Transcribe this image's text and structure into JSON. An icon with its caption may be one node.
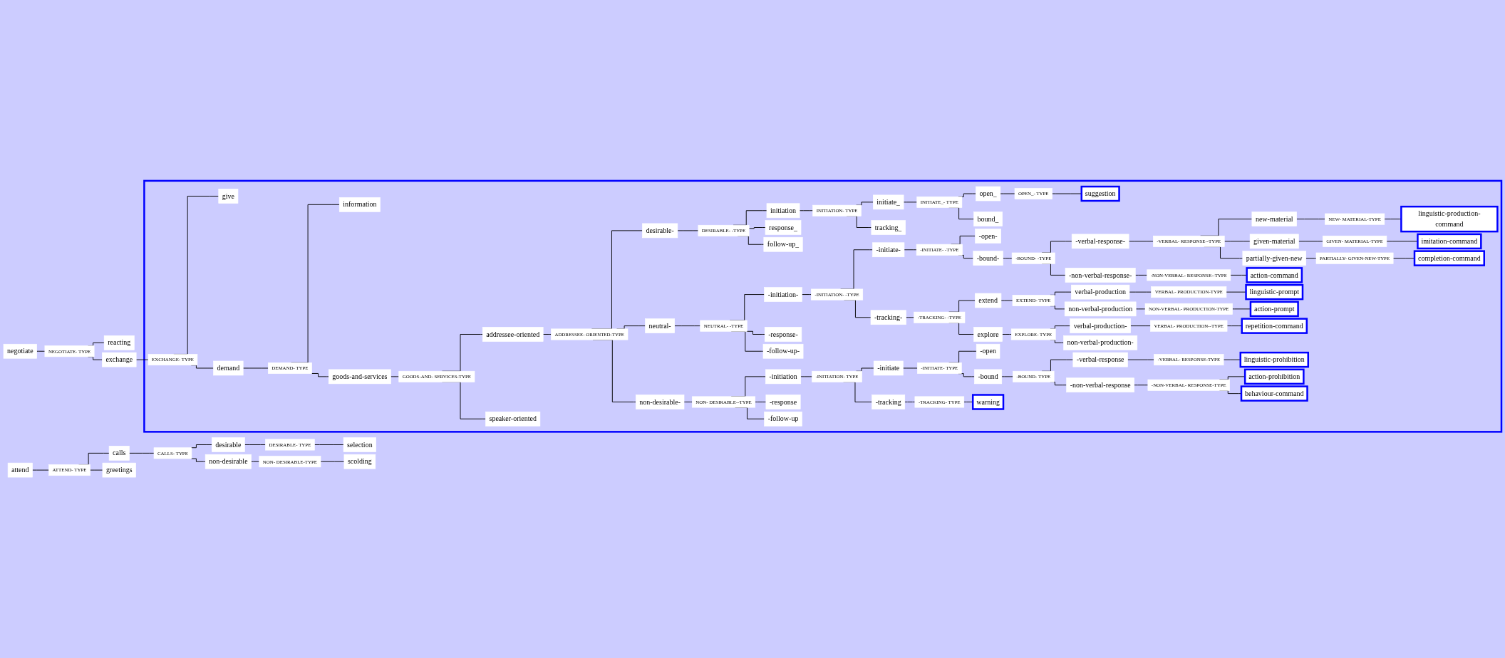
{
  "diagram": {
    "nodes": [
      {
        "text": [
          "attend"
        ]
      },
      {
        "text": [
          "ATTEND- TYPE"
        ]
      },
      {
        "text": [
          "calls"
        ]
      },
      {
        "text": [
          "CALLS- TYPE"
        ]
      },
      {
        "text": [
          "desirable"
        ]
      },
      {
        "text": [
          "DESIRABLE- TYPE"
        ]
      },
      {
        "text": [
          "selection"
        ]
      },
      {
        "text": [
          "non-desirable"
        ]
      },
      {
        "text": [
          "NON- DESIRABLE-TYPE"
        ]
      },
      {
        "text": [
          "scolding"
        ]
      },
      {
        "text": [
          "greetings"
        ]
      },
      {
        "text": [
          "negotiate"
        ]
      },
      {
        "text": [
          "NEGOTIATE- TYPE"
        ]
      },
      {
        "text": [
          "reacting"
        ]
      },
      {
        "text": [
          "exchange"
        ]
      },
      {
        "text": [],
        "shape": "box"
      },
      {
        "text": [
          "EXCHANGE- TYPE"
        ],
        "in": 15
      },
      {
        "text": [
          "give"
        ],
        "in": 15
      },
      {
        "text": [
          "demand"
        ],
        "in": 15
      },
      {
        "text": [
          "DEMAND- TYPE"
        ],
        "in": 15
      },
      {
        "text": [
          "information"
        ],
        "in": 15
      },
      {
        "text": [
          "goods-and-services"
        ],
        "in": 15
      },
      {
        "text": [
          "GOODS-AND- SERVICES-TYPE"
        ],
        "in": 15
      },
      {
        "text": [
          "addressee-oriented"
        ],
        "in": 15
      },
      {
        "text": [
          "ADDRESSEE- ORIENTED-TYPE"
        ],
        "in": 15
      },
      {
        "text": [
          "desirable-"
        ],
        "in": 15
      },
      {
        "text": [
          "DESIRABLE- -TYPE"
        ],
        "in": 15
      },
      {
        "text": [
          "initiation"
        ],
        "in": 15
      },
      {
        "text": [
          "INITIATION- TYPE"
        ],
        "in": 15
      },
      {
        "text": [
          "initiate_"
        ],
        "in": 15
      },
      {
        "text": [
          "INITIATE_- TYPE"
        ],
        "in": 15
      },
      {
        "text": [
          "open_"
        ],
        "in": 15
      },
      {
        "text": [
          "OPEN_- TYPE"
        ],
        "in": 15
      },
      {
        "text": [
          "suggestion"
        ],
        "in": 15
      },
      {
        "text": [
          "bound_"
        ],
        "in": 15
      },
      {
        "text": [
          "tracking_"
        ],
        "in": 15
      },
      {
        "text": [
          "response_"
        ],
        "in": 15
      },
      {
        "text": [
          "follow-up_"
        ],
        "in": 15
      },
      {
        "text": [
          "neutral-"
        ],
        "in": 15
      },
      {
        "text": [
          "NEUTRAL- -TYPE"
        ],
        "in": 15
      },
      {
        "text": [
          "-initiation-"
        ],
        "in": 15
      },
      {
        "text": [
          "-INITIATION- -TYPE"
        ],
        "in": 15
      },
      {
        "text": [
          "-initiate-"
        ],
        "in": 15
      },
      {
        "text": [
          "-INITIATE- -TYPE"
        ],
        "in": 15
      },
      {
        "text": [
          "-open-"
        ],
        "in": 15
      },
      {
        "text": [
          "-bound-"
        ],
        "in": 15
      },
      {
        "text": [
          "-BOUND- -TYPE"
        ],
        "in": 15
      },
      {
        "text": [
          "-verbal-response-"
        ],
        "in": 15
      },
      {
        "text": [
          "-VERBAL- RESPONSE--TYPE"
        ],
        "in": 15
      },
      {
        "text": [
          "new-material"
        ],
        "in": 15
      },
      {
        "text": [
          "NEW- MATERIAL-TYPE"
        ],
        "in": 15
      },
      {
        "text": [
          "linguistic-production-command"
        ],
        "in": 15
      },
      {
        "text": [
          "given-material"
        ],
        "in": 15
      },
      {
        "text": [
          "GIVEN- MATERIAL-TYPE"
        ],
        "in": 15
      },
      {
        "text": [
          "imitation-command"
        ],
        "in": 15
      },
      {
        "text": [
          "partially-given-new"
        ],
        "in": 15
      },
      {
        "text": [
          "PARTIALLY- GIVEN-NEW-TYPE"
        ],
        "in": 15
      },
      {
        "text": [
          "completion-command"
        ],
        "in": 15
      },
      {
        "text": [
          "-non-verbal-response-"
        ],
        "in": 15
      },
      {
        "text": [
          "-NON-VERBAL- RESPONSE--TYPE"
        ],
        "in": 15
      },
      {
        "text": [
          "action-command"
        ],
        "in": 15
      },
      {
        "text": [
          "-tracking-"
        ],
        "in": 15
      },
      {
        "text": [
          "-TRACKING- -TYPE"
        ],
        "in": 15
      },
      {
        "text": [
          "extend"
        ],
        "in": 15
      },
      {
        "text": [
          "EXTEND- TYPE"
        ],
        "in": 15
      },
      {
        "text": [
          "verbal-production"
        ],
        "in": 15
      },
      {
        "text": [
          "VERBAL- PRODUCTION-TYPE"
        ],
        "in": 15
      },
      {
        "text": [
          "linguistic-prompt"
        ],
        "in": 15
      },
      {
        "text": [
          "non-verbal-production"
        ],
        "in": 15
      },
      {
        "text": [
          "NON-VERBAL- PRODUCTION-TYPE"
        ],
        "in": 15
      },
      {
        "text": [
          "action-prompt"
        ],
        "in": 15
      },
      {
        "text": [
          "explore"
        ],
        "in": 15
      },
      {
        "text": [
          "EXPLORE- TYPE"
        ],
        "in": 15
      },
      {
        "text": [
          "verbal-production-"
        ],
        "in": 15
      },
      {
        "text": [
          "VERBAL- PRODUCTION--TYPE"
        ],
        "in": 15
      },
      {
        "text": [
          "repetition-command"
        ],
        "in": 15
      },
      {
        "text": [
          "non-verbal-production-"
        ],
        "in": 15
      },
      {
        "text": [
          "-response-"
        ],
        "in": 15
      },
      {
        "text": [
          "-follow-up-"
        ],
        "in": 15
      },
      {
        "text": [
          "non-desirable-"
        ],
        "in": 15
      },
      {
        "text": [
          "NON- DESIRABLE--TYPE"
        ],
        "in": 15
      },
      {
        "text": [
          "-initiation"
        ],
        "in": 15
      },
      {
        "text": [
          "-INITIATION- TYPE"
        ],
        "in": 15
      },
      {
        "text": [
          "-initiate"
        ],
        "in": 15
      },
      {
        "text": [
          "-INITIATE- TYPE"
        ],
        "in": 15
      },
      {
        "text": [
          "-open"
        ],
        "in": 15
      },
      {
        "text": [
          "-bound"
        ],
        "in": 15
      },
      {
        "text": [
          "-BOUND- TYPE"
        ],
        "in": 15
      },
      {
        "text": [
          "-verbal-response"
        ],
        "in": 15
      },
      {
        "text": [
          "-VERBAL- RESPONSE-TYPE"
        ],
        "in": 15
      },
      {
        "text": [
          "linguistic-prohibition"
        ],
        "in": 15
      },
      {
        "text": [
          "-non-verbal-response"
        ],
        "in": 15
      },
      {
        "text": [
          "-NON-VERBAL- RESPONSE-TYPE"
        ],
        "in": 15
      },
      {
        "text": [
          "action-prohibition"
        ],
        "in": 15
      },
      {
        "text": [
          "behaviour-command"
        ],
        "in": 15
      },
      {
        "text": [
          "-tracking"
        ],
        "in": 15
      },
      {
        "text": [
          "-TRACKING- TYPE"
        ],
        "in": 15
      },
      {
        "text": [
          "warning"
        ],
        "in": 15
      },
      {
        "text": [
          "-response"
        ],
        "in": 15
      },
      {
        "text": [
          "-follow-up"
        ],
        "in": 15
      },
      {
        "text": [
          "speaker-oriented"
        ],
        "in": 15
      }
    ],
    "edges": [
      {
        "from": 0,
        "to": 1,
        "arrow": "none"
      },
      {
        "from": 1,
        "to": 2,
        "arrow": "none"
      },
      {
        "from": 1,
        "to": 10,
        "arrow": "none"
      },
      {
        "from": 2,
        "to": 3,
        "arrow": "none"
      },
      {
        "from": 3,
        "to": 4,
        "arrow": "none"
      },
      {
        "from": 3,
        "to": 7,
        "arrow": "none"
      },
      {
        "from": 4,
        "to": 5,
        "arrow": "none"
      },
      {
        "from": 5,
        "to": 6,
        "arrow": "none"
      },
      {
        "from": 7,
        "to": 8,
        "arrow": "none"
      },
      {
        "from": 8,
        "to": 9,
        "arrow": "none"
      },
      {
        "from": 11,
        "to": 12,
        "arrow": "none"
      },
      {
        "from": 12,
        "to": 13,
        "arrow": "none"
      },
      {
        "from": 12,
        "to": 14,
        "arrow": "none"
      },
      {
        "from": 14,
        "to": 16,
        "arrow": "none"
      },
      {
        "from": 16,
        "to": 17,
        "arrow": "none"
      },
      {
        "from": 16,
        "to": 18,
        "arrow": "none"
      },
      {
        "from": 18,
        "to": 19,
        "arrow": "none"
      },
      {
        "from": 19,
        "to": 20,
        "arrow": "none"
      },
      {
        "from": 19,
        "to": 21,
        "arrow": "none"
      },
      {
        "from": 21,
        "to": 22,
        "arrow": "none"
      },
      {
        "from": 22,
        "to": 23,
        "arrow": "none"
      },
      {
        "from": 22,
        "to": 100,
        "arrow": "none"
      },
      {
        "from": 23,
        "to": 24,
        "arrow": "none"
      },
      {
        "from": 24,
        "to": 25,
        "arrow": "none"
      },
      {
        "from": 24,
        "to": 38,
        "arrow": "none"
      },
      {
        "from": 24,
        "to": 79,
        "arrow": "none"
      },
      {
        "from": 25,
        "to": 26,
        "arrow": "none"
      },
      {
        "from": 26,
        "to": 27,
        "arrow": "none"
      },
      {
        "from": 26,
        "to": 36,
        "arrow": "none"
      },
      {
        "from": 26,
        "to": 37,
        "arrow": "none"
      },
      {
        "from": 27,
        "to": 28,
        "arrow": "none"
      },
      {
        "from": 28,
        "to": 29,
        "arrow": "none"
      },
      {
        "from": 28,
        "to": 35,
        "arrow": "none"
      },
      {
        "from": 29,
        "to": 30,
        "arrow": "none"
      },
      {
        "from": 30,
        "to": 31,
        "arrow": "none"
      },
      {
        "from": 30,
        "to": 34,
        "arrow": "none"
      },
      {
        "from": 31,
        "to": 32,
        "arrow": "none"
      },
      {
        "from": 32,
        "to": 33,
        "arrow": "none"
      },
      {
        "from": 38,
        "to": 39,
        "arrow": "none"
      },
      {
        "from": 39,
        "to": 40,
        "arrow": "none"
      },
      {
        "from": 39,
        "to": 77,
        "arrow": "none"
      },
      {
        "from": 39,
        "to": 78,
        "arrow": "none"
      },
      {
        "from": 40,
        "to": 41,
        "arrow": "none"
      },
      {
        "from": 41,
        "to": 42,
        "arrow": "none"
      },
      {
        "from": 41,
        "to": 61,
        "arrow": "none"
      },
      {
        "from": 42,
        "to": 43,
        "arrow": "none"
      },
      {
        "from": 43,
        "to": 44,
        "arrow": "none"
      },
      {
        "from": 43,
        "to": 45,
        "arrow": "none"
      },
      {
        "from": 45,
        "to": 46,
        "arrow": "none"
      },
      {
        "from": 46,
        "to": 47,
        "arrow": "none"
      },
      {
        "from": 46,
        "to": 58,
        "arrow": "none"
      },
      {
        "from": 47,
        "to": 48,
        "arrow": "none"
      },
      {
        "from": 48,
        "to": 49,
        "arrow": "none"
      },
      {
        "from": 48,
        "to": 52,
        "arrow": "none"
      },
      {
        "from": 48,
        "to": 55,
        "arrow": "none"
      },
      {
        "from": 49,
        "to": 50,
        "arrow": "none"
      },
      {
        "from": 50,
        "to": 51,
        "arrow": "none"
      },
      {
        "from": 52,
        "to": 53,
        "arrow": "none"
      },
      {
        "from": 53,
        "to": 54,
        "arrow": "none"
      },
      {
        "from": 55,
        "to": 56,
        "arrow": "none"
      },
      {
        "from": 56,
        "to": 57,
        "arrow": "none"
      },
      {
        "from": 58,
        "to": 59,
        "arrow": "none"
      },
      {
        "from": 59,
        "to": 60,
        "arrow": "none"
      },
      {
        "from": 61,
        "to": 62,
        "arrow": "none"
      },
      {
        "from": 62,
        "to": 63,
        "arrow": "none"
      },
      {
        "from": 62,
        "to": 71,
        "arrow": "none"
      },
      {
        "from": 63,
        "to": 64,
        "arrow": "none"
      },
      {
        "from": 64,
        "to": 65,
        "arrow": "none"
      },
      {
        "from": 64,
        "to": 68,
        "arrow": "none"
      },
      {
        "from": 65,
        "to": 66,
        "arrow": "none"
      },
      {
        "from": 66,
        "to": 67,
        "arrow": "none"
      },
      {
        "from": 68,
        "to": 69,
        "arrow": "none"
      },
      {
        "from": 69,
        "to": 70,
        "arrow": "none"
      },
      {
        "from": 71,
        "to": 72,
        "arrow": "none"
      },
      {
        "from": 72,
        "to": 73,
        "arrow": "none"
      },
      {
        "from": 72,
        "to": 76,
        "arrow": "none"
      },
      {
        "from": 73,
        "to": 74,
        "arrow": "none"
      },
      {
        "from": 74,
        "to": 75,
        "arrow": "none"
      },
      {
        "from": 79,
        "to": 80,
        "arrow": "none"
      },
      {
        "from": 80,
        "to": 81,
        "arrow": "none"
      },
      {
        "from": 80,
        "to": 98,
        "arrow": "none"
      },
      {
        "from": 80,
        "to": 99,
        "arrow": "none"
      },
      {
        "from": 81,
        "to": 82,
        "arrow": "none"
      },
      {
        "from": 82,
        "to": 83,
        "arrow": "none"
      },
      {
        "from": 82,
        "to": 95,
        "arrow": "none"
      },
      {
        "from": 83,
        "to": 84,
        "arrow": "none"
      },
      {
        "from": 84,
        "to": 85,
        "arrow": "none"
      },
      {
        "from": 84,
        "to": 86,
        "arrow": "none"
      },
      {
        "from": 86,
        "to": 87,
        "arrow": "none"
      },
      {
        "from": 87,
        "to": 88,
        "arrow": "none"
      },
      {
        "from": 87,
        "to": 91,
        "arrow": "none"
      },
      {
        "from": 88,
        "to": 89,
        "arrow": "none"
      },
      {
        "from": 89,
        "to": 90,
        "arrow": "none"
      },
      {
        "from": 91,
        "to": 92,
        "arrow": "none"
      },
      {
        "from": 92,
        "to": 93,
        "arrow": "none"
      },
      {
        "from": 92,
        "to": 94,
        "arrow": "none"
      },
      {
        "from": 95,
        "to": 96,
        "arrow": "none"
      },
      {
        "from": 96,
        "to": 97,
        "arrow": "none"
      }
    ]
  }
}
